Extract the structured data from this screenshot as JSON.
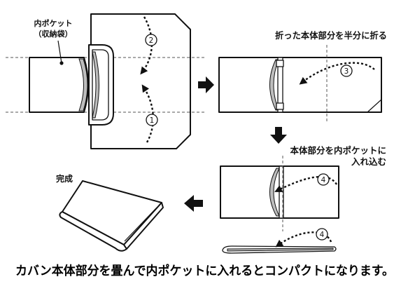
{
  "labels": {
    "inner_pocket": "内ポケット",
    "storage_bag": "（収納袋）",
    "fold_half": "折った本体部分を半分に折る",
    "insert_line1": "本体部分を内ポケットに",
    "insert_line2": "入れ込む",
    "complete": "完成"
  },
  "steps": {
    "fold_top": "2",
    "fold_bottom": "1",
    "fold_half": "3",
    "insert_front": "4",
    "insert_side": "4"
  },
  "caption": "カバン本体部分を畳んで内ポケットに入れるとコンパクトになります。",
  "colors": {
    "ink": "#111111",
    "shade": "#bdbdbd"
  }
}
